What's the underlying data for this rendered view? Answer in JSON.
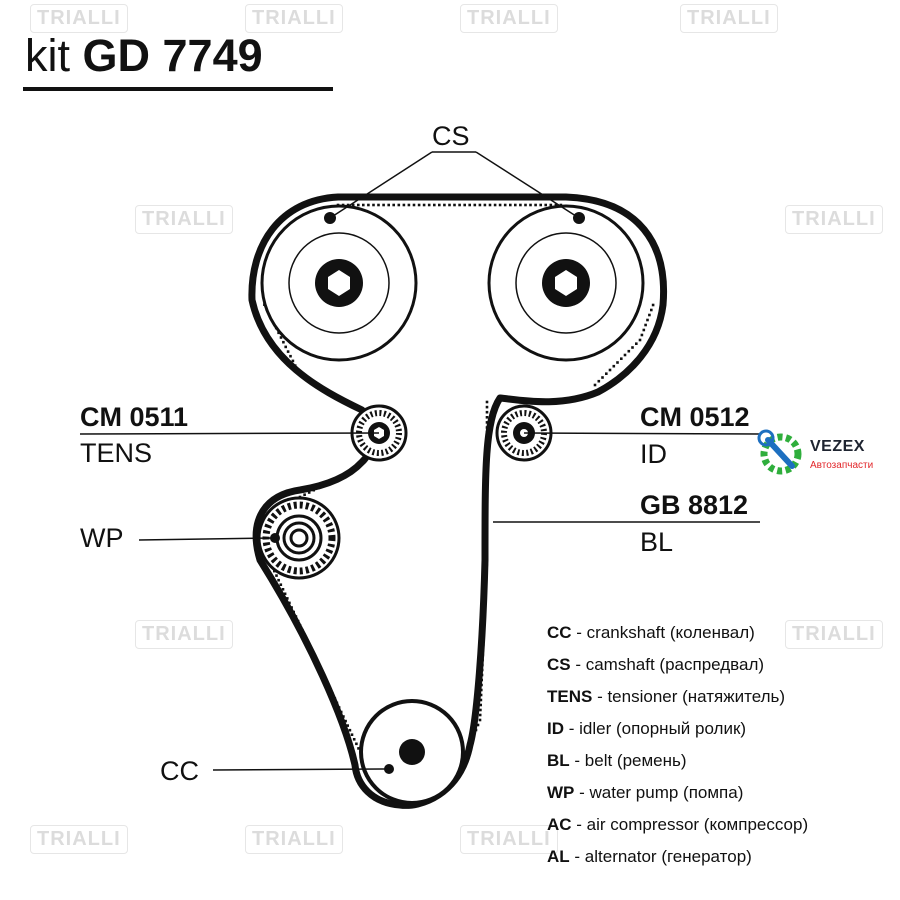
{
  "title": {
    "prefix": "kit",
    "code": "GD 7749"
  },
  "labels": {
    "cs": "CS",
    "cm0511": "CM 0511",
    "tens": "TENS",
    "cm0512": "CM 0512",
    "id": "ID",
    "gb8812": "GB 8812",
    "bl": "BL",
    "wp": "WP",
    "cc": "CC"
  },
  "legend": [
    {
      "abbr": "CC",
      "text": " - crankshaft (коленвал)"
    },
    {
      "abbr": "CS",
      "text": " - camshaft (распредвал)"
    },
    {
      "abbr": "TENS",
      "text": " - tensioner (натяжитель)"
    },
    {
      "abbr": "ID",
      "text": " - idler (опорный ролик)"
    },
    {
      "abbr": "BL",
      "text": " - belt (ремень)"
    },
    {
      "abbr": "WP",
      "text": " - water pump (помпа)"
    },
    {
      "abbr": "AC",
      "text": " - air compressor (компрессор)"
    },
    {
      "abbr": "AL",
      "text": " - alternator (генератор)"
    }
  ],
  "brand": {
    "name": "VEZEX",
    "sub": "Автозапчасти",
    "gear_color": "#2fae3c",
    "wrench_color": "#1d6fc0",
    "sub_color": "#e2262a"
  },
  "watermark": "TRIALLI",
  "colors": {
    "ink": "#111111",
    "watermark": "#dcdcdc"
  }
}
